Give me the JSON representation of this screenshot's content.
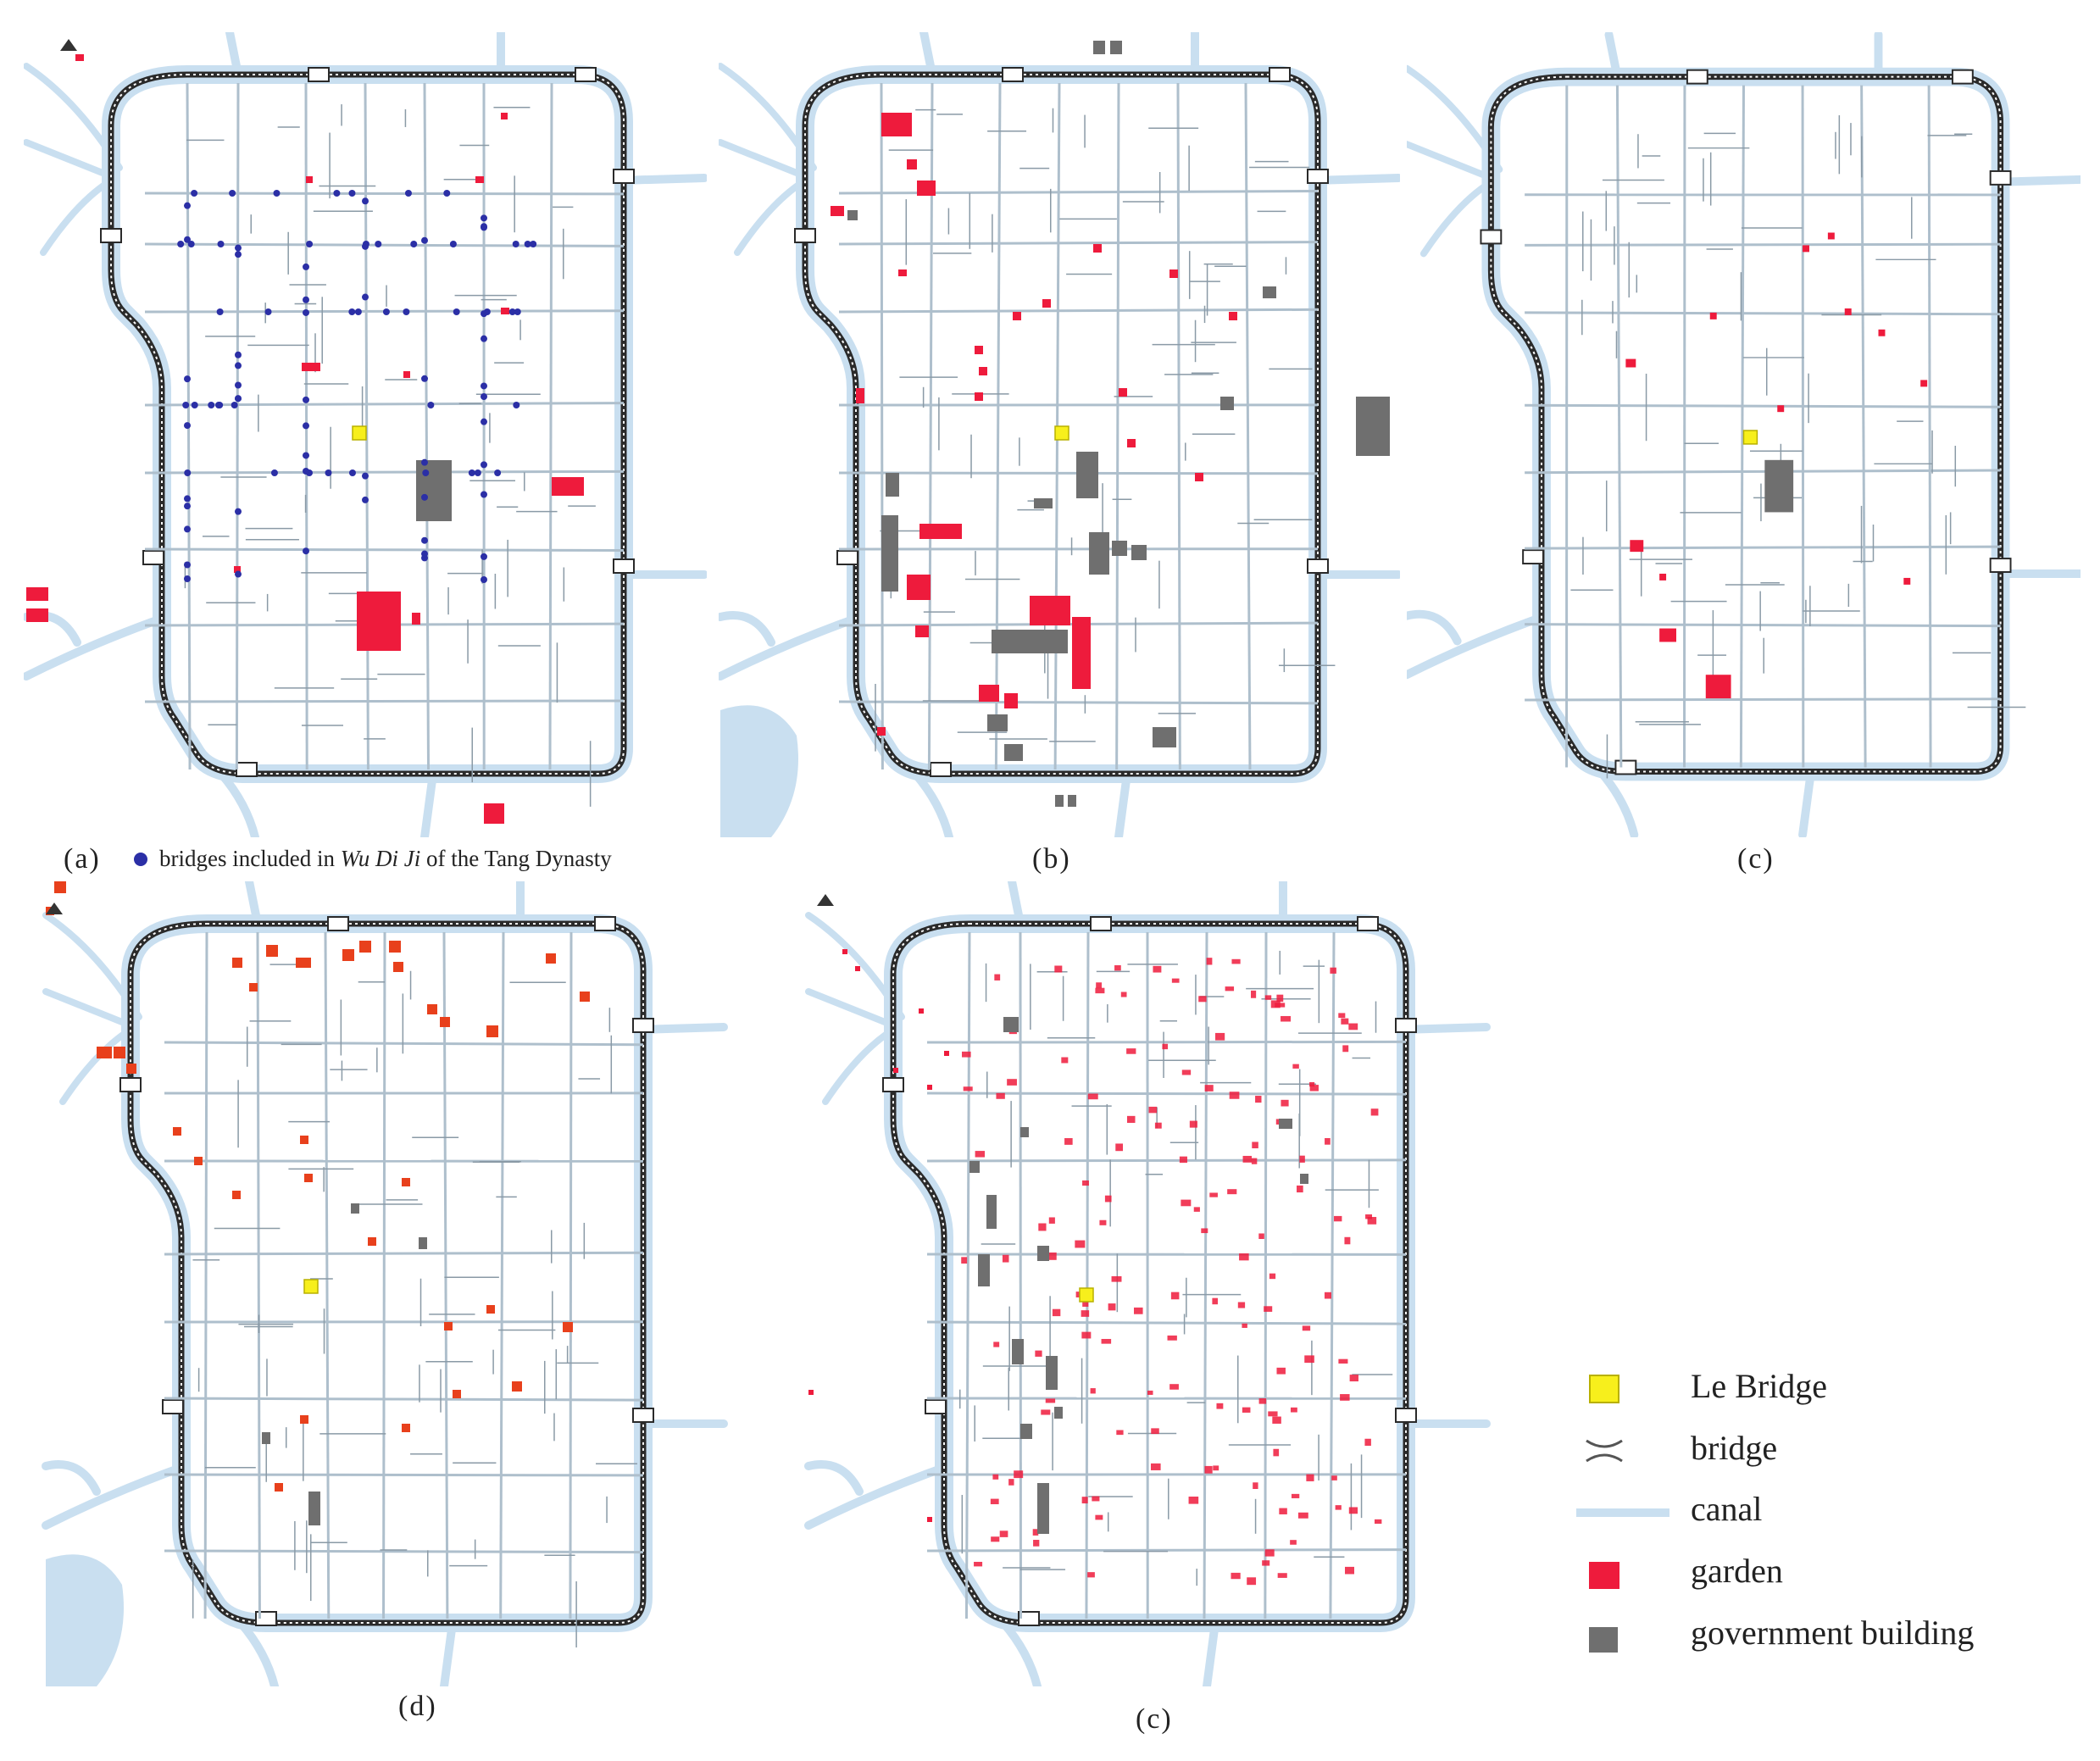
{
  "panels": [
    {
      "id": "a",
      "caption": "(a)"
    },
    {
      "id": "b",
      "caption": "(b)"
    },
    {
      "id": "c",
      "caption": "(c)"
    },
    {
      "id": "d",
      "caption": "(d)"
    },
    {
      "id": "e",
      "caption": "(c)"
    }
  ],
  "note_a": {
    "prefix": "bridges included in ",
    "emph": "Wu Di Ji",
    "suffix": " of the Tang Dynasty",
    "dot_color": "#2b2fa6"
  },
  "legend": {
    "items": [
      {
        "label": "Le Bridge",
        "swatch": "yellow-square",
        "color": "#f7ef1c"
      },
      {
        "label": "bridge",
        "swatch": "bridge-symbol",
        "color": "#555555"
      },
      {
        "label": "canal",
        "swatch": "canal-line",
        "color": "#c9dff0"
      },
      {
        "label": "garden",
        "swatch": "red-square",
        "color": "#ee1b3c"
      },
      {
        "label": "government building",
        "swatch": "gray-square",
        "color": "#6f6f6f"
      }
    ]
  },
  "colors": {
    "canal": "#c9dff0",
    "wall": "#2a2a2a",
    "street": "#aebfcc",
    "garden": "#ee1b3c",
    "garden_d": "#e8401c",
    "government": "#6f6f6f",
    "le_bridge": "#f7ef1c"
  }
}
